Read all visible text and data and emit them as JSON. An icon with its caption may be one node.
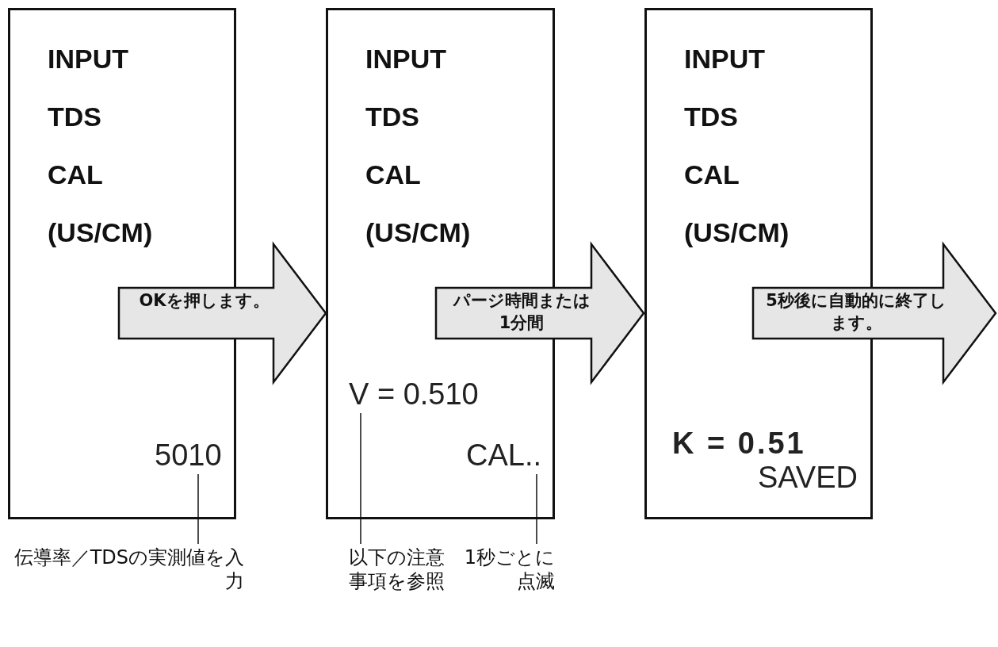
{
  "diagram": {
    "nodes": [
      {
        "text": [
          "INPUT TDS CAL (US/CM)"
        ]
      },
      {
        "text": [
          "5010"
        ],
        "in": 0
      },
      {
        "text": [
          "INPUT TDS CAL (US/CM)"
        ]
      },
      {
        "text": [
          "V = 0.510"
        ],
        "in": 2
      },
      {
        "text": [
          "CAL.."
        ],
        "in": 2
      },
      {
        "text": [
          "INPUT TDS CAL (US/CM)",
          "K = 0.51",
          "SAVED"
        ]
      },
      {
        "text": [
          "伝導率／TDSの実測値を入力"
        ]
      },
      {
        "text": [
          "以下の注意事項を参照"
        ]
      },
      {
        "text": [
          "1秒ごとに点滅"
        ]
      }
    ],
    "edges": [
      {
        "from": 0,
        "to": 2,
        "arrow": "to",
        "label": "OKを押します。"
      },
      {
        "from": 2,
        "to": 5,
        "arrow": "to",
        "label": "パージ時間または1分間"
      },
      {
        "from": 5,
        "to": null,
        "arrow": "to",
        "label": "5秒後に自動的に終了します。"
      },
      {
        "from": 6,
        "to": 1,
        "arrow": "none"
      },
      {
        "from": 7,
        "to": 3,
        "arrow": "none"
      },
      {
        "from": 8,
        "to": 4,
        "arrow": "none"
      }
    ]
  }
}
